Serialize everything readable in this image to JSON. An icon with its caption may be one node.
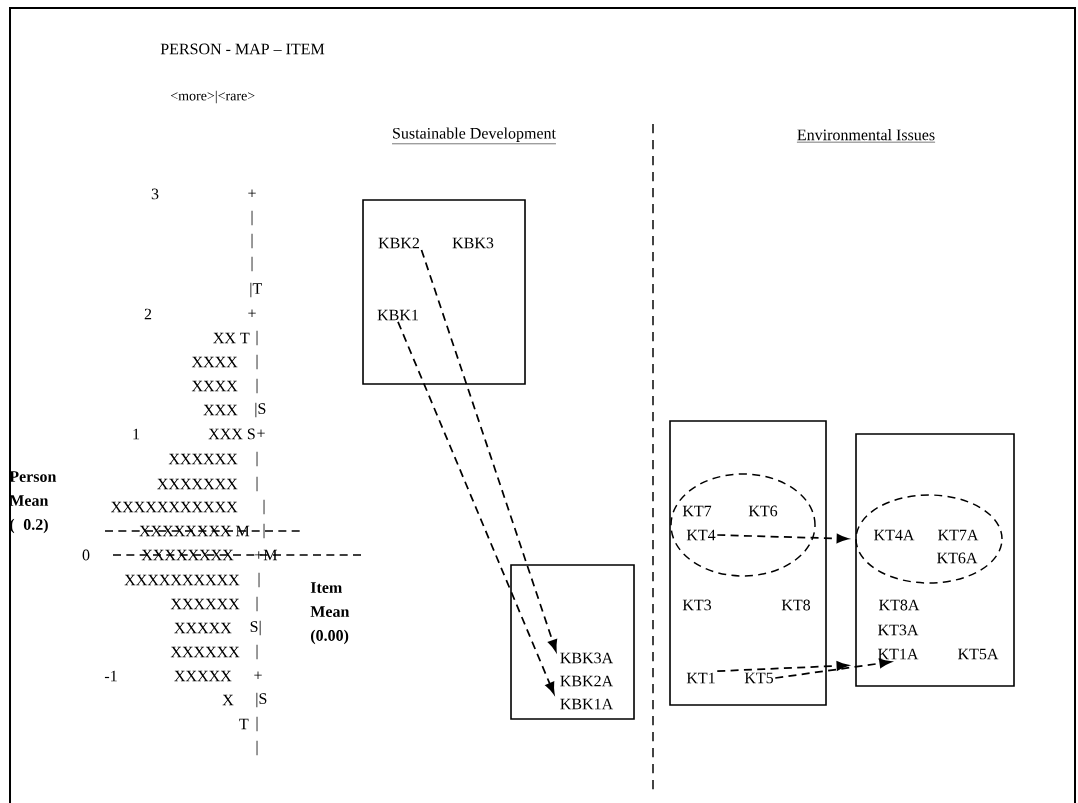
{
  "diagram": {
    "nodes": [
      {
        "text": [],
        "shape": "box"
      },
      {
        "text": [
          "KBK2"
        ],
        "in": 0
      },
      {
        "text": [
          "KBK3"
        ],
        "in": 0
      },
      {
        "text": [
          "KBK1"
        ],
        "in": 0
      },
      {
        "text": [],
        "shape": "box"
      },
      {
        "text": [
          "KBK3A"
        ],
        "in": 4
      },
      {
        "text": [
          "KBK2A"
        ],
        "in": 4
      },
      {
        "text": [
          "KBK1A"
        ],
        "in": 4
      },
      {
        "text": [],
        "shape": "box"
      },
      {
        "text": [],
        "shape": "ellipse",
        "in": 8
      },
      {
        "text": [
          "KT7"
        ],
        "in": 9
      },
      {
        "text": [
          "KT6"
        ],
        "in": 9
      },
      {
        "text": [
          "KT4"
        ],
        "in": 9
      },
      {
        "text": [
          "KT3"
        ],
        "in": 8
      },
      {
        "text": [
          "KT8"
        ],
        "in": 8
      },
      {
        "text": [
          "KT1"
        ],
        "in": 8
      },
      {
        "text": [
          "KT5"
        ],
        "in": 8
      },
      {
        "text": [],
        "shape": "box"
      },
      {
        "text": [],
        "shape": "ellipse",
        "in": 17
      },
      {
        "text": [
          "KT4A"
        ],
        "in": 18
      },
      {
        "text": [
          "KT7A"
        ],
        "in": 18
      },
      {
        "text": [
          "KT6A"
        ],
        "in": 18
      },
      {
        "text": [
          "KT8A"
        ],
        "in": 17
      },
      {
        "text": [
          "KT3A"
        ],
        "in": 17
      },
      {
        "text": [
          "KT1A"
        ],
        "in": 17
      },
      {
        "text": [
          "KT5A"
        ],
        "in": 17
      }
    ],
    "edges": [
      {
        "from": 1,
        "to": 5,
        "arrow": "to",
        "style": "dashed"
      },
      {
        "from": 3,
        "to": 7,
        "arrow": "to",
        "style": "dashed"
      },
      {
        "from": 12,
        "to": 18,
        "arrow": "to",
        "style": "dashed"
      },
      {
        "from": 15,
        "to": 17,
        "arrow": "to",
        "style": "dashed"
      },
      {
        "from": 16,
        "to": 24,
        "arrow": "to",
        "style": "dashed"
      }
    ],
    "labels": [
      "PERSON - MAP – ITEM",
      "<more>|<rare>",
      "Sustainable Development",
      "Environmental Issues",
      "3",
      "+",
      "|",
      "|",
      "|",
      "|T",
      "2",
      "+",
      "XX T",
      "|",
      "XXXX",
      "|",
      "XXXX",
      "|",
      "XXX",
      "|S",
      "1",
      "XXX S",
      "+",
      "XXXXXX",
      "|",
      "Person Mean ( 0.2)",
      "XXXXXXX",
      "|",
      "XXXXXXXXXXX",
      "|",
      "XXXXXXXX M",
      "|",
      "0",
      "XXXXXXXX",
      "+M",
      "XXXXXXXXXX",
      "|",
      "Item Mean (0.00)",
      "XXXXXX",
      "|",
      "XXXXX",
      "S|",
      "XXXXXX",
      "|",
      "-1",
      "XXXXX",
      "+",
      "X",
      "|S",
      "T",
      "|",
      "|"
    ]
  }
}
